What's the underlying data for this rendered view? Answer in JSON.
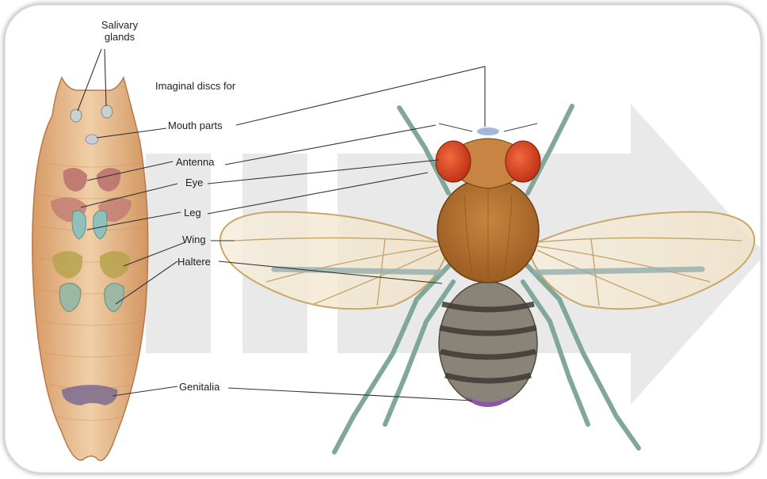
{
  "labels": {
    "salivary": "Salivary\nglands",
    "imaginal": "Imaginal discs for",
    "mouth": "Mouth parts",
    "antenna": "Antenna",
    "eye": "Eye",
    "leg": "Leg",
    "wing": "Wing",
    "haltere": "Haltere",
    "genitalia": "Genitalia"
  },
  "colors": {
    "larva_body": "#e6b98d",
    "fly_eye": "#e2431e",
    "fly_thorax": "#b56f2c",
    "fly_abdomen": "#77736a",
    "fly_legs": "#8fb7a8",
    "arrow": "#e9e9e9"
  }
}
